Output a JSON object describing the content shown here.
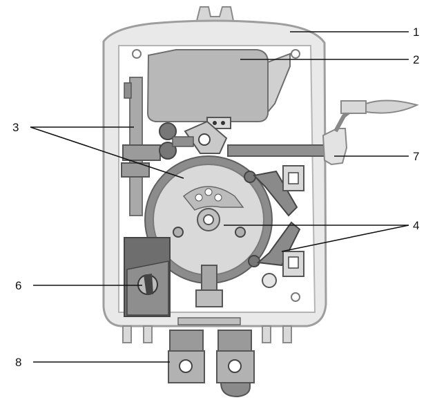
{
  "callouts": [
    {
      "id": "1",
      "label": "1"
    },
    {
      "id": "2",
      "label": "2"
    },
    {
      "id": "3",
      "label": "3"
    },
    {
      "id": "4",
      "label": "4"
    },
    {
      "id": "6",
      "label": "6"
    },
    {
      "id": "7",
      "label": "7"
    },
    {
      "id": "8",
      "label": "8"
    }
  ],
  "colors": {
    "housing_outline": "#9e9e9e",
    "housing_fill": "#e9e9e9",
    "part_dark": "#6e6e6e",
    "part_mid": "#8f8f8f",
    "part_light": "#c9c9c9",
    "leader_lines": "#111111"
  }
}
